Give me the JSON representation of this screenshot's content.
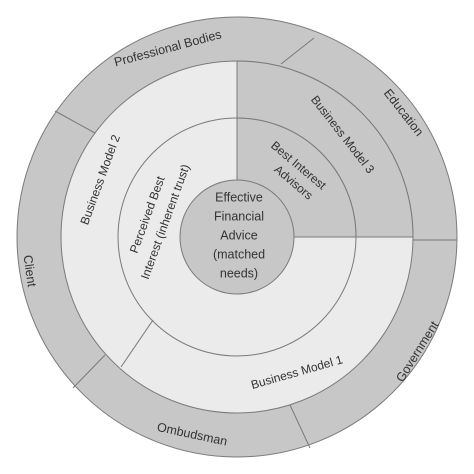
{
  "outer_ring": {
    "labels": {
      "professional_bodies": "Professional Bodies",
      "education": "Education",
      "government": "Government",
      "ombudsman": "Ombudsman",
      "client": "Client"
    }
  },
  "business_models": {
    "model_1": "Business Model 1",
    "model_2": "Business Model 2",
    "model_3": "Business Model 3"
  },
  "inner_ring": {
    "perceived_line1": "Perceived Best",
    "perceived_line2": "Interest (inherent trust)",
    "advisors_line1": "Best Interest",
    "advisors_line2": "Advisors"
  },
  "center": {
    "line1": "Effective",
    "line2": "Financial",
    "line3": "Advice",
    "line4": "(matched",
    "line5": "needs)"
  },
  "colors": {
    "dark_gray": "#c7c7c7",
    "light_gray": "#ebebeb",
    "stroke": "#7a7a7a",
    "text": "#333333"
  }
}
